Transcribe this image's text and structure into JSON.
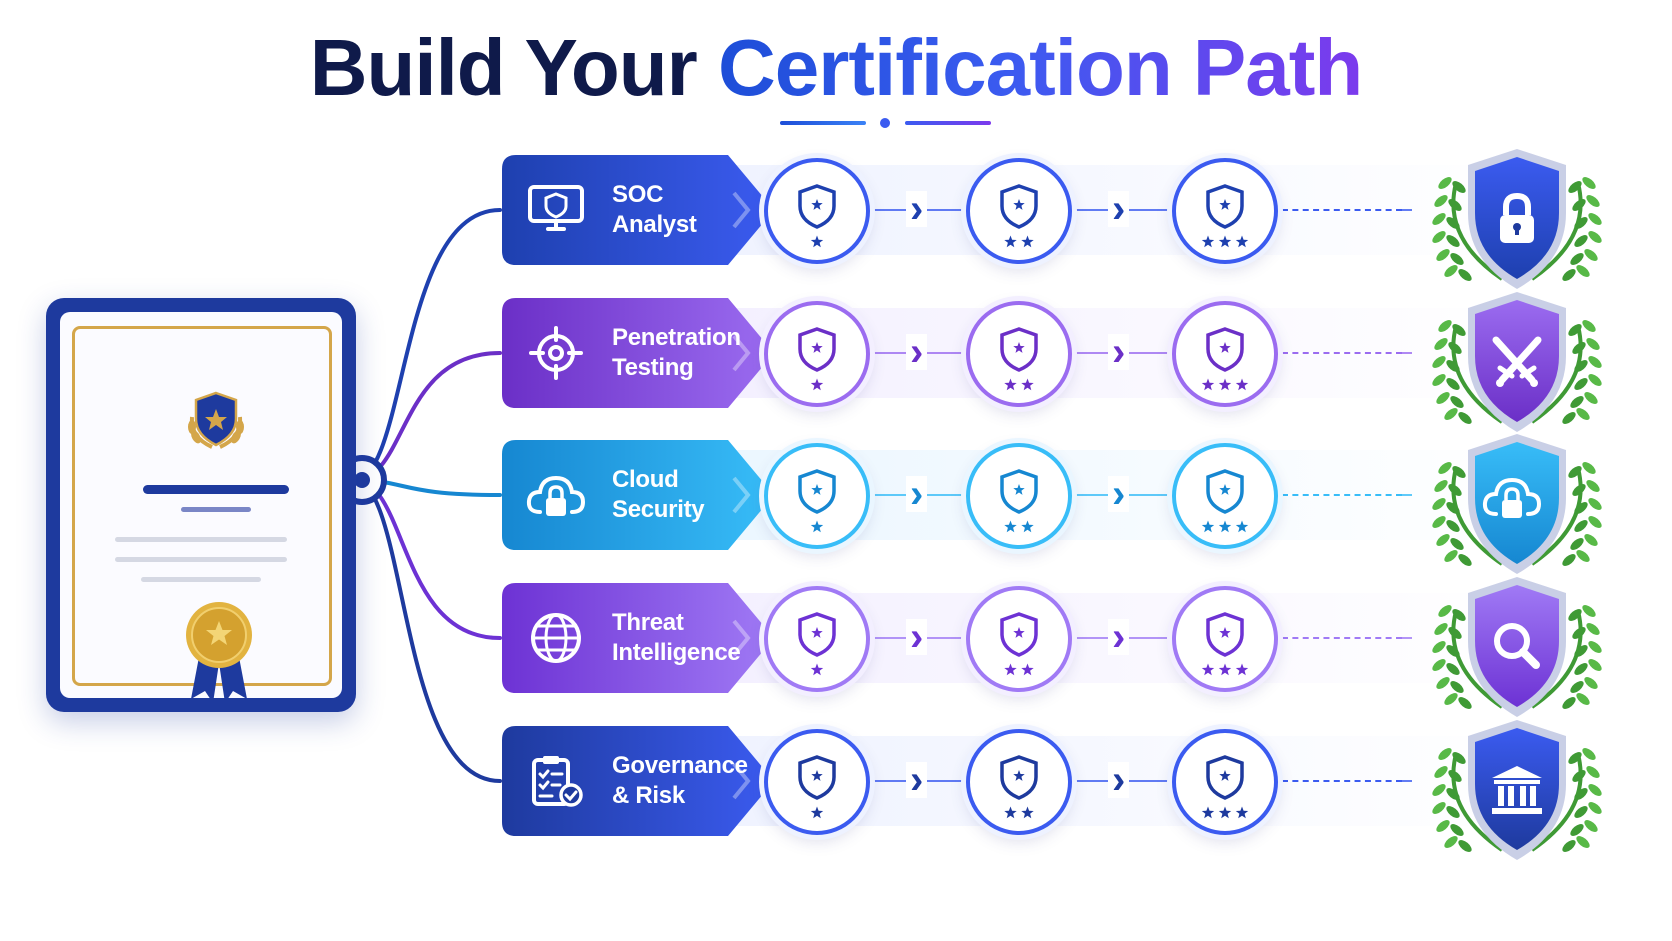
{
  "title": {
    "part1": "Build Your",
    "part2": "Certification Path"
  },
  "colors": {
    "navy": "#1e3a9e",
    "purple": "#6b2fc7",
    "cyan": "#1687d1",
    "gold": "#d4a64a",
    "laurel": "#4caf50"
  },
  "tracks": [
    {
      "line1": "SOC",
      "line2": "Analyst",
      "icon": "monitor-shield-icon",
      "badge_icon": "padlock-icon",
      "color": "#1e40af",
      "light": "#3b5bf0",
      "band": "#eef2ff"
    },
    {
      "line1": "Penetration",
      "line2": "Testing",
      "icon": "crosshair-icon",
      "badge_icon": "crossed-swords-icon",
      "color": "#6b2fc7",
      "light": "#9b6cf0",
      "band": "#f3efff"
    },
    {
      "line1": "Cloud",
      "line2": "Security",
      "icon": "cloud-lock-icon",
      "badge_icon": "cloud-lock-icon",
      "color": "#1687d1",
      "light": "#38bdf8",
      "band": "#eaf6ff"
    },
    {
      "line1": "Threat",
      "line2": "Intelligence",
      "icon": "globe-icon",
      "badge_icon": "magnifier-icon",
      "color": "#6d32d4",
      "light": "#a07af5",
      "band": "#f3efff"
    },
    {
      "line1": "Governance",
      "line2": "& Risk",
      "icon": "checklist-icon",
      "badge_icon": "institution-icon",
      "color": "#1e3a9e",
      "light": "#3b5bf0",
      "band": "#eef2ff"
    }
  ],
  "levels": [
    {
      "stars": 1,
      "icon": "shield-star-icon"
    },
    {
      "stars": 2,
      "icon": "shield-star-icon"
    },
    {
      "stars": 3,
      "icon": "shield-star-icon"
    }
  ],
  "certificate": {
    "emblem": "shield-laurel-icon",
    "seal": "ribbon-seal-icon"
  }
}
